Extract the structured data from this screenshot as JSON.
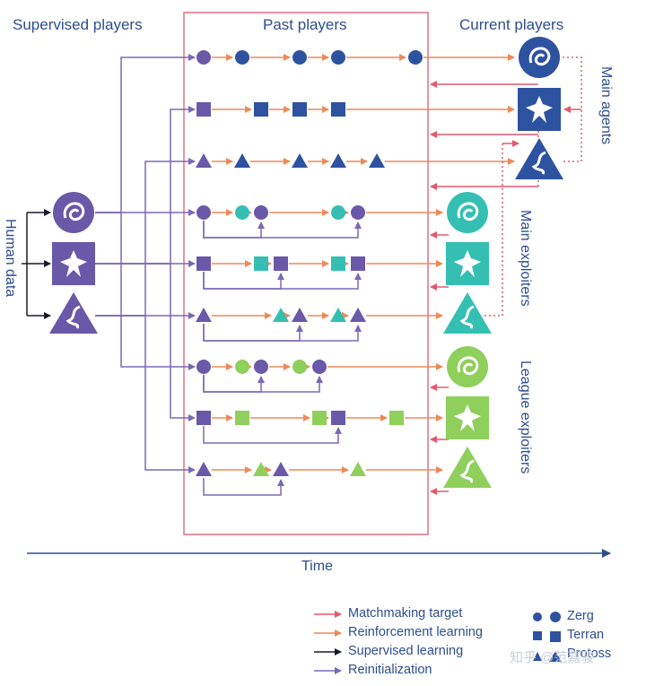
{
  "headers": {
    "supervised": "Supervised players",
    "past": "Past players",
    "current": "Current players"
  },
  "side_labels": {
    "human_data": "Human data",
    "main_agents": "Main agents",
    "main_exploiters": "Main exploiters",
    "league_exploiters": "League exploiters"
  },
  "axis": {
    "time": "Time"
  },
  "legend": {
    "arrows": [
      {
        "label": "Matchmaking target",
        "color": "#e05a6e"
      },
      {
        "label": "Reinforcement learning",
        "color": "#ec8a5a"
      },
      {
        "label": "Supervised learning",
        "color": "#1a1a2e"
      },
      {
        "label": "Reinitialization",
        "color": "#7b68b6"
      }
    ],
    "races": [
      {
        "label": "Zerg",
        "icon": "zerg-icon"
      },
      {
        "label": "Terran",
        "icon": "terran-icon"
      },
      {
        "label": "Protoss",
        "icon": "protoss-icon"
      }
    ]
  },
  "watermark": "知乎 @范嘉骏",
  "colors": {
    "supervised": "#6a58a8",
    "main_agent": "#2d52a0",
    "main_exploiter": "#35bfb3",
    "league_exploiter": "#8fcf5c",
    "reinit": "#7b68b6",
    "rl": "#ec8a5a",
    "match": "#e05a6e",
    "box": "#e0707e",
    "text": "#2e4d8f"
  }
}
